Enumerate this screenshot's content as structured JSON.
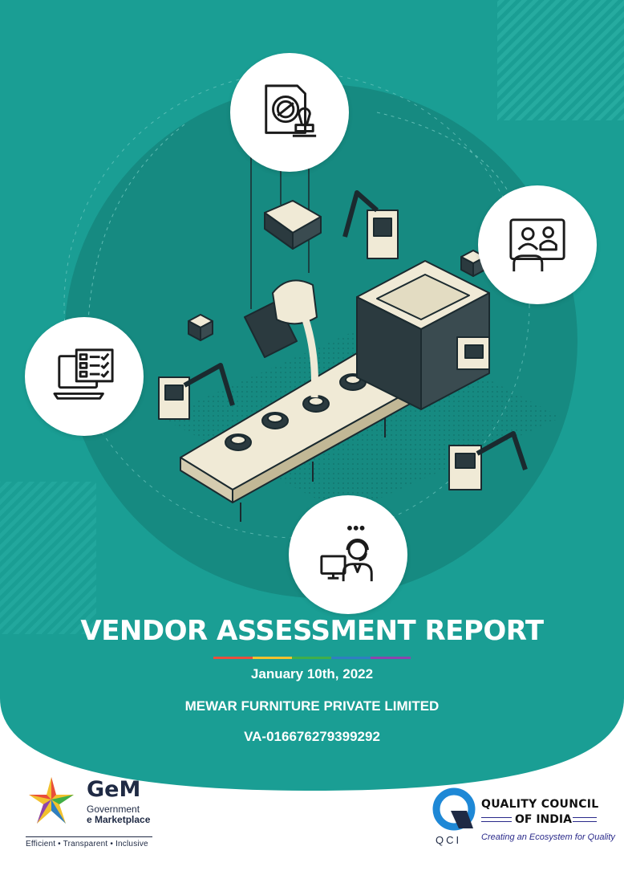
{
  "report": {
    "title": "VENDOR ASSESSMENT REPORT",
    "date": "January 10th, 2022",
    "vendor_name": "MEWAR FURNITURE PRIVATE LIMITED",
    "vendor_id": "VA-016676279399292"
  },
  "colors": {
    "background": "#1a9e94",
    "background_inner": "#168a81",
    "accent_underline": [
      "#e94e3c",
      "#f2c12e",
      "#3fae49",
      "#2f7fc1",
      "#8e44ad"
    ]
  },
  "icons": [
    "certificate-stamp-icon",
    "video-meeting-icon",
    "checklist-laptop-icon",
    "support-agent-icon",
    "assembly-line-illustration"
  ],
  "gem_logo": {
    "name": "GeM",
    "line1": "Government",
    "line2": "e Marketplace",
    "tagline": "Efficient • Transparent • Inclusive"
  },
  "qci_logo": {
    "abbr": "QCI",
    "name_line1": "QUALITY COUNCIL",
    "name_line2": "OF INDIA",
    "tagline": "Creating an Ecosystem for Quality"
  }
}
